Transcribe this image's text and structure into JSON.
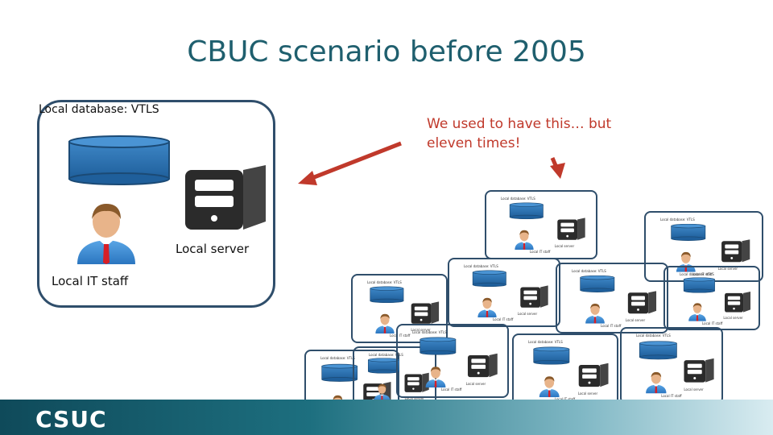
{
  "title": "CBUC scenario before 2005",
  "main_box": {
    "database_label": "Local database: VTLS",
    "server_label": "Local server",
    "staff_label": "Local IT staff"
  },
  "note": {
    "line1": "We used to have this… but",
    "line2": "eleven times!"
  },
  "mini_labels": {
    "database": "Local database: VTLS",
    "server": "Local server",
    "staff": "Local IT staff"
  },
  "footer": {
    "logo": "CSUC"
  },
  "colors": {
    "title": "#1f5f6e",
    "box_border": "#2f4e6b",
    "database_fill": "#2e74b5",
    "server_fill": "#2b2b2b",
    "arrow": "#c0392b",
    "note_text": "#c0392b"
  }
}
